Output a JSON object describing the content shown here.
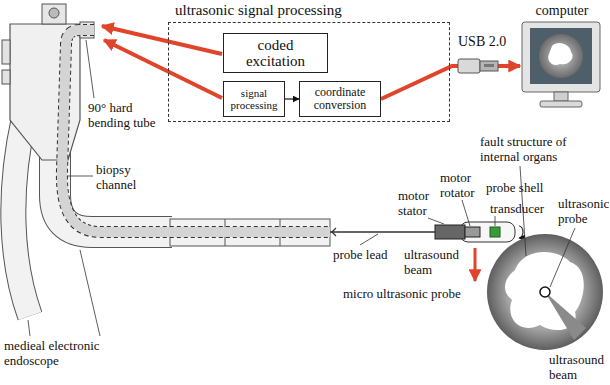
{
  "diagram": {
    "nodes": [
      {
        "text": [
          "ultrasonic signal processing"
        ]
      },
      {
        "text": [
          "coded excitation"
        ],
        "in": 0
      },
      {
        "text": [
          "signal processing"
        ],
        "in": 0
      },
      {
        "text": [
          "coordinate conversion"
        ],
        "in": 0
      },
      {
        "text": [
          "computer"
        ]
      }
    ],
    "edges": [
      {
        "from": 2,
        "to": 3,
        "arrow": "to"
      },
      {
        "from": 3,
        "to": 4,
        "arrow": "to",
        "label": "USB 2.0"
      }
    ],
    "labels": [
      "90° hard bending tube",
      "biopsy channel",
      "medieal electronic endoscope",
      "motor stator",
      "motor rotator",
      "probe shell",
      "transducer",
      "probe lead",
      "ultrasound beam",
      "micro ultrasonic probe",
      "fault structure of internal organs",
      "ultrasonic probe",
      "ultrasound beam"
    ]
  }
}
